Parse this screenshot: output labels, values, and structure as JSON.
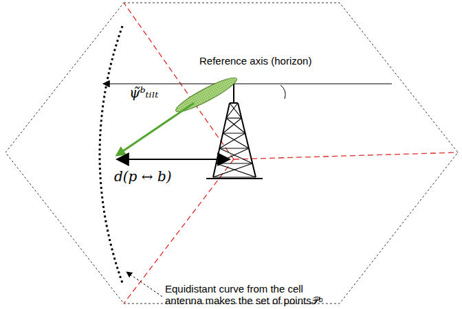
{
  "diagram": {
    "labels": [
      "Reference axis (horizon)",
      "ψ̃ᵇₜᵢₗₜ",
      "d(p ↔ b)",
      "Equidistant curve from the cell antenna makes the set of points𝒫ᵇ"
    ]
  }
}
